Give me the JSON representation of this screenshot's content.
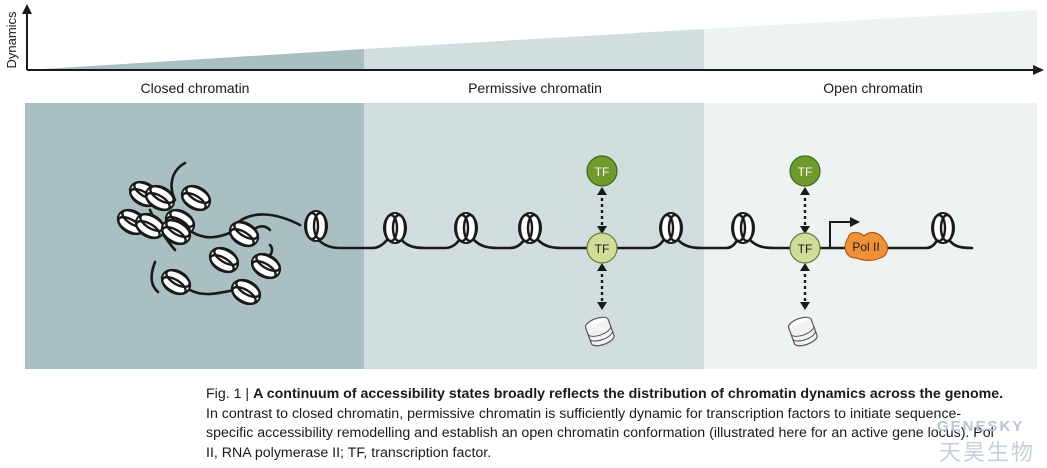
{
  "axis": {
    "y_label": "Dynamics"
  },
  "regions": [
    {
      "label": "Closed chromatin",
      "color": "#a9bfc1"
    },
    {
      "label": "Permissive chromatin",
      "color": "#d2dddf"
    },
    {
      "label": "Open chromatin",
      "color": "#edf2f2"
    }
  ],
  "labels": {
    "tf": "TF",
    "pol": "Pol II"
  },
  "colors": {
    "tf_bound": "#cfdc9a",
    "tf_free": "#6e9a2e",
    "pol": "#f0913a"
  },
  "caption": {
    "fig": "Fig. 1 | ",
    "title": "A continuum of accessibility states broadly reflects the distribution of chromatin dynamics across the genome.",
    "body": " In contrast to closed chromatin, permissive chromatin is sufficiently dynamic for transcription factors to initiate sequence-specific accessibility remodelling and establish an open chromatin conformation (illustrated here for an active gene locus). Pol II, RNA polymerase II; TF, transcription factor."
  },
  "watermark": {
    "line1": "GENESKY",
    "line2": "天昊生物"
  }
}
